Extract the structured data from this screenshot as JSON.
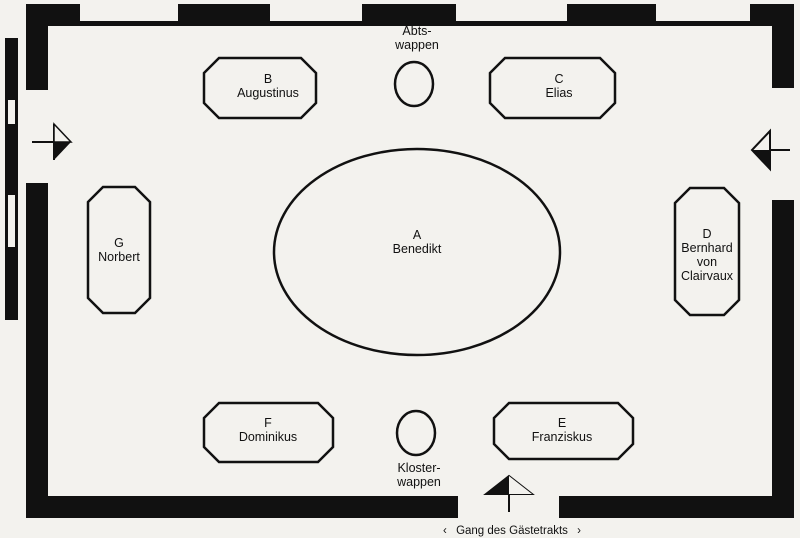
{
  "rooms": {
    "A": {
      "letter": "A",
      "name": "Benedikt"
    },
    "B": {
      "letter": "B",
      "name": "Augustinus"
    },
    "C": {
      "letter": "C",
      "name": "Elias"
    },
    "D": {
      "letter": "D",
      "name_lines": [
        "Bernhard",
        "von",
        "Clairvaux"
      ]
    },
    "E": {
      "letter": "E",
      "name": "Franziskus"
    },
    "F": {
      "letter": "F",
      "name": "Dominikus"
    },
    "G": {
      "letter": "G",
      "name": "Norbert"
    }
  },
  "emblems": {
    "top": {
      "lines": [
        "Abts-",
        "wappen"
      ]
    },
    "bottom": {
      "lines": [
        "Kloster-",
        "wappen"
      ]
    }
  },
  "corridor": {
    "left_mark": "‹",
    "text": "Gang des Gästetrakts",
    "right_mark": "›"
  },
  "colors": {
    "background": "#f3f2ee",
    "ink": "#111111"
  }
}
